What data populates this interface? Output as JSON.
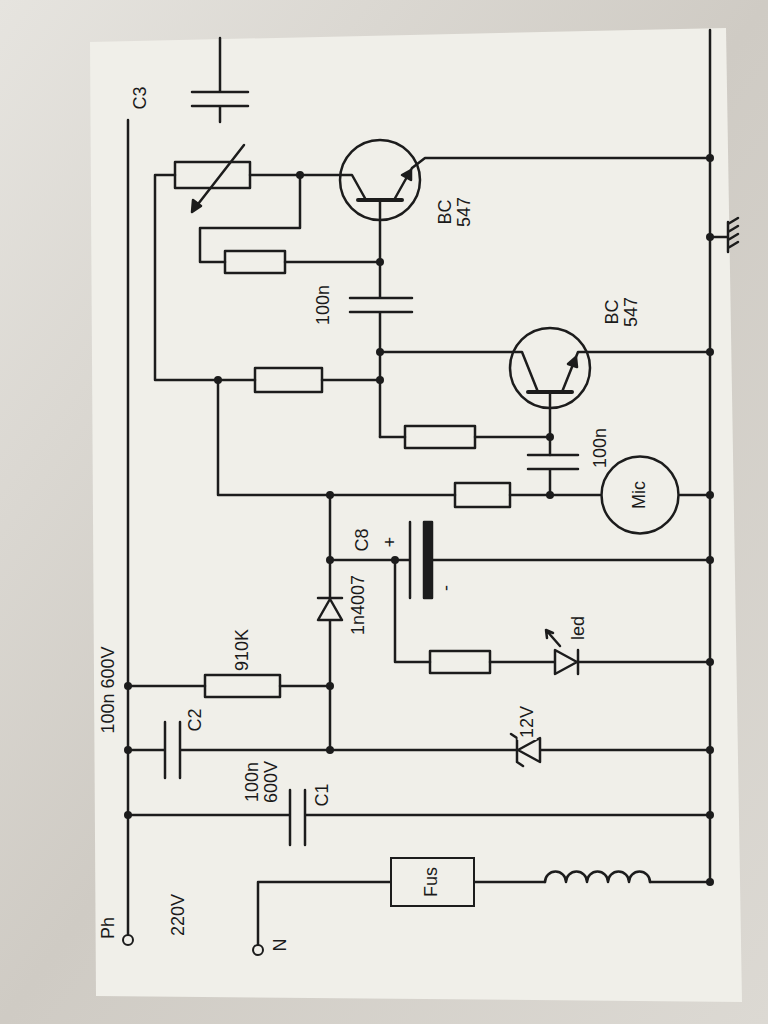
{
  "diagram": {
    "nodes": [
      {
        "text": [
          "Mic"
        ]
      },
      {
        "text": [
          "Fus"
        ]
      }
    ],
    "labels": [
      "C3",
      "BC 547",
      "100n",
      "BC 547",
      "100n",
      "100n 600V",
      "C2",
      "910K",
      "C8",
      "+",
      "1n4007",
      "-",
      "led",
      "12V",
      "100n 600V",
      "C1",
      "Ph",
      "220V",
      "N"
    ]
  }
}
